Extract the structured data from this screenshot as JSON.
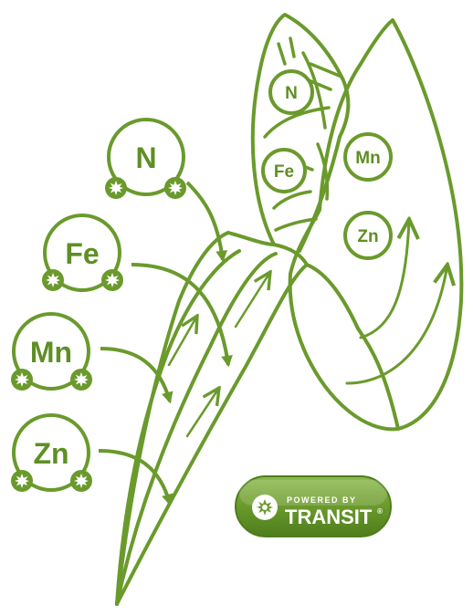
{
  "colors": {
    "stroke": "#6a9a2c",
    "text": "#5e8f24",
    "badge_dark": "#4e7d1c",
    "badge_light": "#8dbb4c",
    "background": "#ffffff"
  },
  "nutrients": {
    "n": "N",
    "fe": "Fe",
    "mn": "Mn",
    "zn": "Zn"
  },
  "leaf_labels": {
    "n": "N",
    "fe": "Fe",
    "mn": "Mn",
    "zn": "Zn"
  },
  "badge": {
    "powered_by": "POWERED BY",
    "brand": "TRANSIT",
    "registered": "®",
    "icon": "starburst-icon"
  }
}
